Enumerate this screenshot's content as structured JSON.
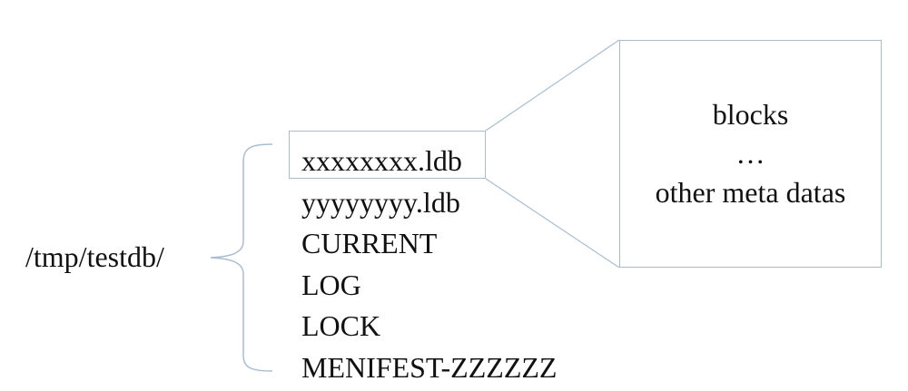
{
  "directory": {
    "path": "/tmp/testdb/"
  },
  "files": [
    "xxxxxxxx.ldb",
    "yyyyyyyy.ldb",
    "CURRENT",
    "LOG",
    "LOCK",
    "MENIFEST-ZZZZZZ"
  ],
  "detail": {
    "lines": [
      "blocks",
      "…",
      "other meta datas"
    ]
  },
  "colors": {
    "connector": "#a9bdd0",
    "text": "#111111",
    "background": "#ffffff"
  }
}
